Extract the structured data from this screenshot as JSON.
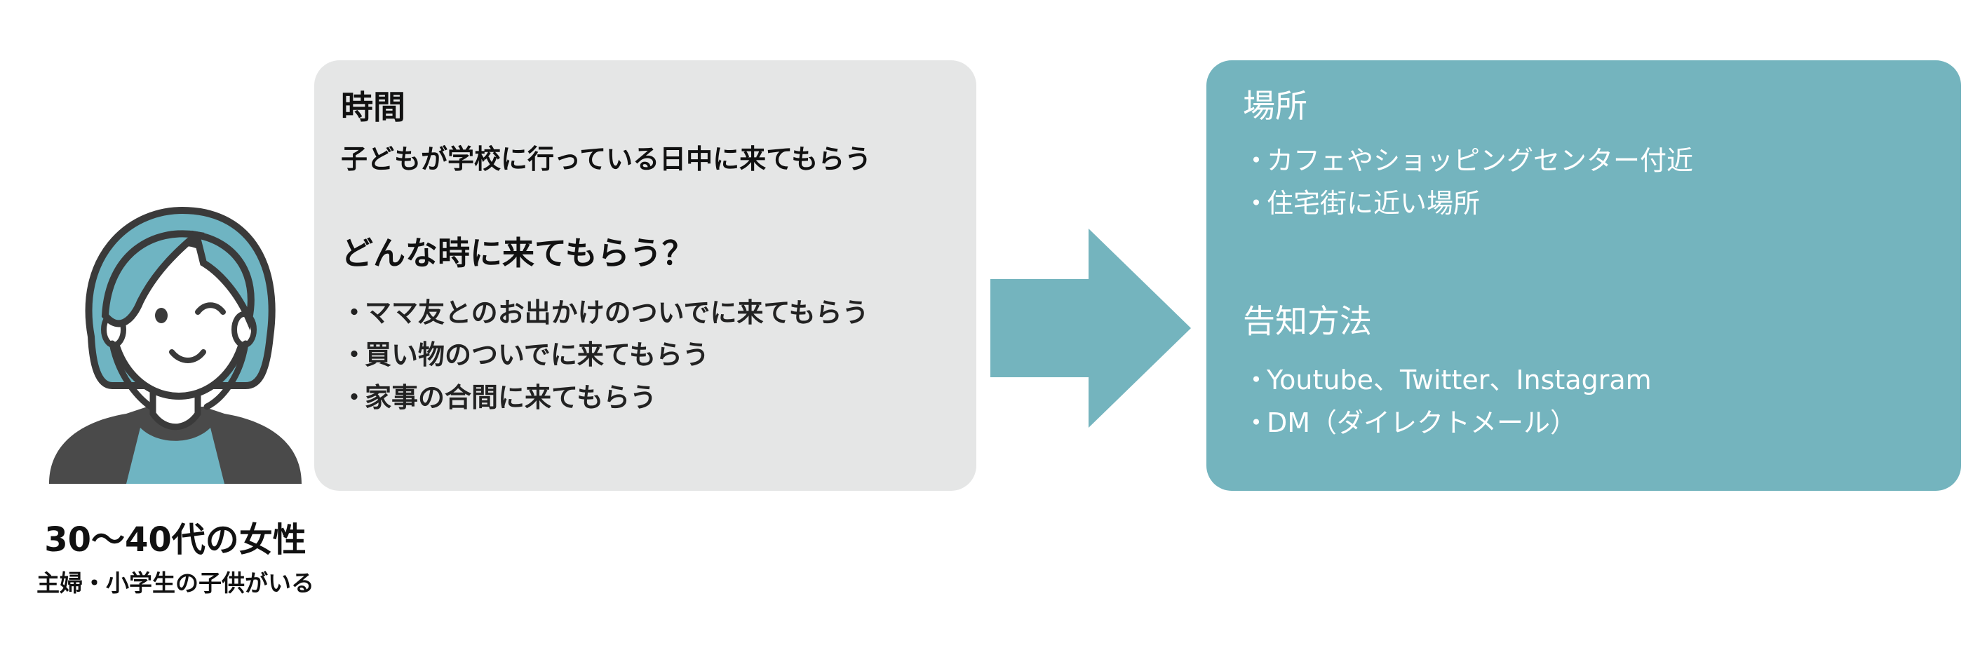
{
  "persona": {
    "name": "30〜40代の女性",
    "description": "主婦・小学生の子供がいる",
    "icon": "woman-avatar-icon",
    "colors": {
      "hair": "#6fb4c2",
      "outline": "#3a3a3a",
      "top": "#6fb4c2",
      "jacket": "#4a4a4a"
    }
  },
  "time_card": {
    "heading": "時間",
    "text": "子どもが学校に行っている日中に来てもらう",
    "question": "どんな時に来てもらう？",
    "bullet": "・",
    "items": [
      "ママ友とのお出かけのついでに来てもらう",
      "買い物のついでに来てもらう",
      "家事の合間に来てもらう"
    ],
    "color": "#e5e6e6"
  },
  "arrow": {
    "icon": "right-arrow-icon",
    "color": "#74b4be"
  },
  "place_card": {
    "place_heading": "場所",
    "bullet": "・",
    "place_items": [
      "カフェやショッピングセンター付近",
      "住宅街に近い場所"
    ],
    "notice_heading": "告知方法",
    "notice_items": [
      "Youtube、Twitter、Instagram",
      "DM（ダイレクトメール）"
    ],
    "color": "#74b4be"
  }
}
